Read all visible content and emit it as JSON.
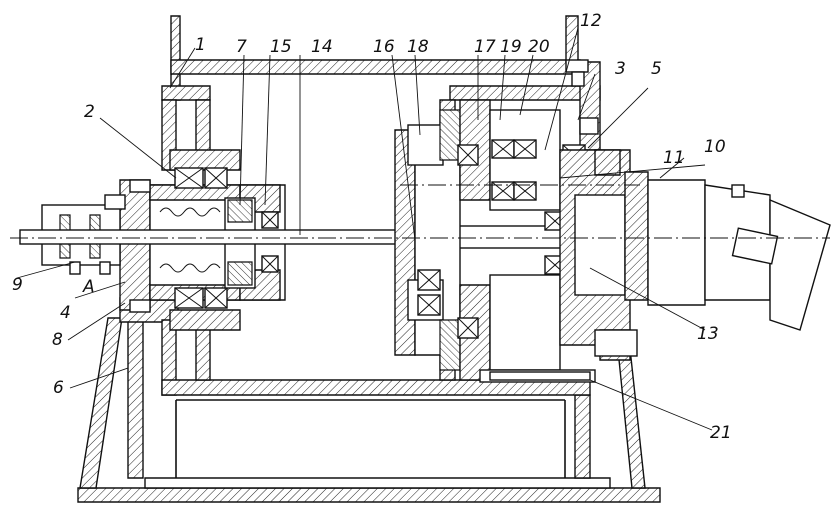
{
  "labels": {
    "l1": "1",
    "l2": "2",
    "l3": "3",
    "l4": "4",
    "l5": "5",
    "l6": "6",
    "l7": "7",
    "l8": "8",
    "l9": "9",
    "l10": "10",
    "l11": "11",
    "l12": "12",
    "l13": "13",
    "l14": "14",
    "l15": "15",
    "l16": "16",
    "l17": "17",
    "l18": "18",
    "l19": "19",
    "l20": "20",
    "l21": "21",
    "lA": "A"
  }
}
